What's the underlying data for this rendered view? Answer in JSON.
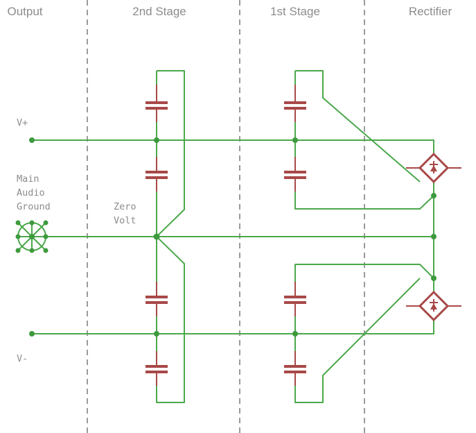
{
  "headers": {
    "output": "Output",
    "stage2": "2nd Stage",
    "stage1": "1st Stage",
    "rectifier": "Rectifier"
  },
  "labels": {
    "vplus": "V+",
    "vminus": "V-",
    "main_ground": [
      "Main",
      "Audio",
      "Ground"
    ],
    "zero_volt": [
      "Zero",
      "Volt"
    ]
  },
  "colors": {
    "wire": "#4aa84a",
    "component": "#a84848",
    "divider": "#9a9a9a",
    "text": "#8c8c8c"
  },
  "icons": {
    "ground_symbol": "star-ground-icon",
    "capacitor": "capacitor-icon",
    "bridge_rectifier": "bridge-rectifier-icon"
  }
}
